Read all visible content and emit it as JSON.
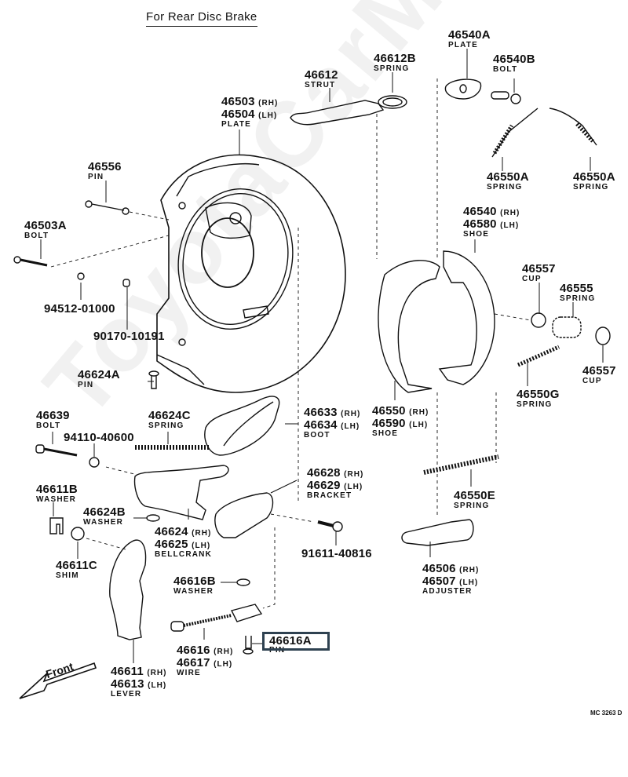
{
  "title": "For Rear Disc Brake",
  "watermark": "ToyotaCarMine.ru",
  "diagram_code": "MC 3263 D",
  "direction_label": "Front",
  "highlight": {
    "part": "46616A",
    "color": "#2e4150"
  },
  "parts": {
    "p46612": {
      "num": "46612",
      "name": "STRUT"
    },
    "p46612B": {
      "num": "46612B",
      "name": "SPRING"
    },
    "p46540A": {
      "num": "46540A",
      "name": "PLATE"
    },
    "p46540B": {
      "num": "46540B",
      "name": "BOLT"
    },
    "p46503": {
      "num_rh": "46503",
      "num_lh": "46504",
      "rh": "(RH)",
      "lh": "(LH)",
      "name": "PLATE"
    },
    "p46550A_1": {
      "num": "46550A",
      "name": "SPRING"
    },
    "p46550A_2": {
      "num": "46550A",
      "name": "SPRING"
    },
    "p46556": {
      "num": "46556",
      "name": "PIN"
    },
    "p46503A": {
      "num": "46503A",
      "name": "BOLT"
    },
    "p94512": {
      "num": "94512-01000"
    },
    "p90170": {
      "num": "90170-10191"
    },
    "p46624A": {
      "num": "46624A",
      "name": "PIN"
    },
    "p46540": {
      "num_rh": "46540",
      "num_lh": "46580",
      "rh": "(RH)",
      "lh": "(LH)",
      "name": "SHOE"
    },
    "p46557_1": {
      "num": "46557",
      "name": "CUP"
    },
    "p46555": {
      "num": "46555",
      "name": "SPRING"
    },
    "p46557_2": {
      "num": "46557",
      "name": "CUP"
    },
    "p46550G": {
      "num": "46550G",
      "name": "SPRING"
    },
    "p46639": {
      "num": "46639",
      "name": "BOLT"
    },
    "p94110": {
      "num": "94110-40600"
    },
    "p46624C": {
      "num": "46624C",
      "name": "SPRING"
    },
    "p46633": {
      "num_rh": "46633",
      "num_lh": "46634",
      "rh": "(RH)",
      "lh": "(LH)",
      "name": "BOOT"
    },
    "p46550": {
      "num_rh": "46550",
      "num_lh": "46590",
      "rh": "(RH)",
      "lh": "(LH)",
      "name": "SHOE"
    },
    "p46611B": {
      "num": "46611B",
      "name": "WASHER"
    },
    "p46624B": {
      "num": "46624B",
      "name": "WASHER"
    },
    "p46628": {
      "num_rh": "46628",
      "num_lh": "46629",
      "rh": "(RH)",
      "lh": "(LH)",
      "name": "BRACKET"
    },
    "p46550E": {
      "num": "46550E",
      "name": "SPRING"
    },
    "p46624": {
      "num_rh": "46624",
      "num_lh": "46625",
      "rh": "(RH)",
      "lh": "(LH)",
      "name": "BELLCRANK"
    },
    "p46611C": {
      "num": "46611C",
      "name": "SHIM"
    },
    "p91611": {
      "num": "91611-40816"
    },
    "p46506": {
      "num_rh": "46506",
      "num_lh": "46507",
      "rh": "(RH)",
      "lh": "(LH)",
      "name": "ADJUSTER"
    },
    "p46616B": {
      "num": "46616B",
      "name": "WASHER"
    },
    "p46616": {
      "num_rh": "46616",
      "num_lh": "46617",
      "rh": "(RH)",
      "lh": "(LH)",
      "name": "WIRE"
    },
    "p46616A": {
      "num": "46616A",
      "name": "PIN"
    },
    "p46611": {
      "num_rh": "46611",
      "num_lh": "46613",
      "rh": "(RH)",
      "lh": "(LH)",
      "name": "LEVER"
    }
  }
}
